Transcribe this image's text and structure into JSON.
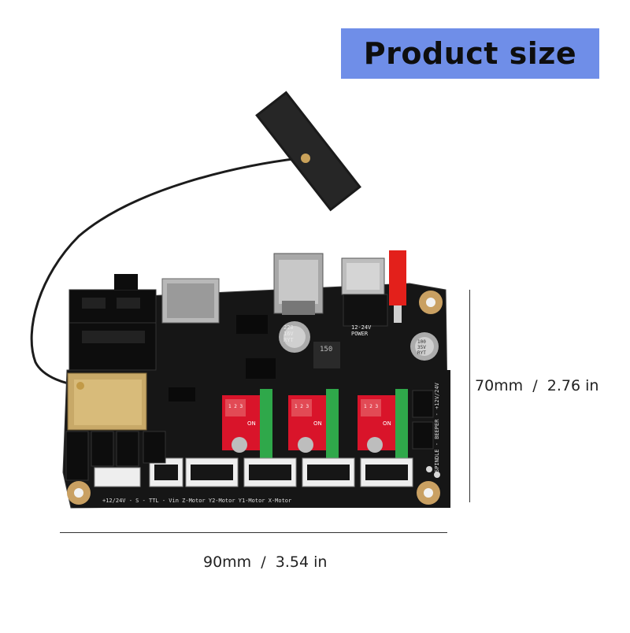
{
  "title": "Product size",
  "dimensions": {
    "height": "70mm  /  2.76 in",
    "width": "90mm  /  3.54 in"
  },
  "board_silkscreen": {
    "cap_220": "220",
    "cap_16v": "16V",
    "cap_ryt": "RYT",
    "inductor": "150",
    "power": "POWER",
    "voltage": "12-24V",
    "on_1": "ON",
    "on_2": "ON",
    "on_3": "ON",
    "dip_1": "1 2 3",
    "dip_2": "1 2 3",
    "dip_3": "1 2 3",
    "cap_100": "100",
    "cap_35v": "35V",
    "cap_ryt2": "RYT",
    "bottom_labels": "+12/24V - S - TTL - Vin    Z-Motor    Y2-Motor    Y1-Motor    X-Motor",
    "side_labels": "SPINDLE - BEEPER - +12V/24V"
  },
  "colors": {
    "banner": "#6f8ee8",
    "pcb": "#161616",
    "driver": "#d9142a",
    "header_green": "#2fa84a",
    "brass": "#c9a062",
    "led_red": "#e3201b"
  }
}
